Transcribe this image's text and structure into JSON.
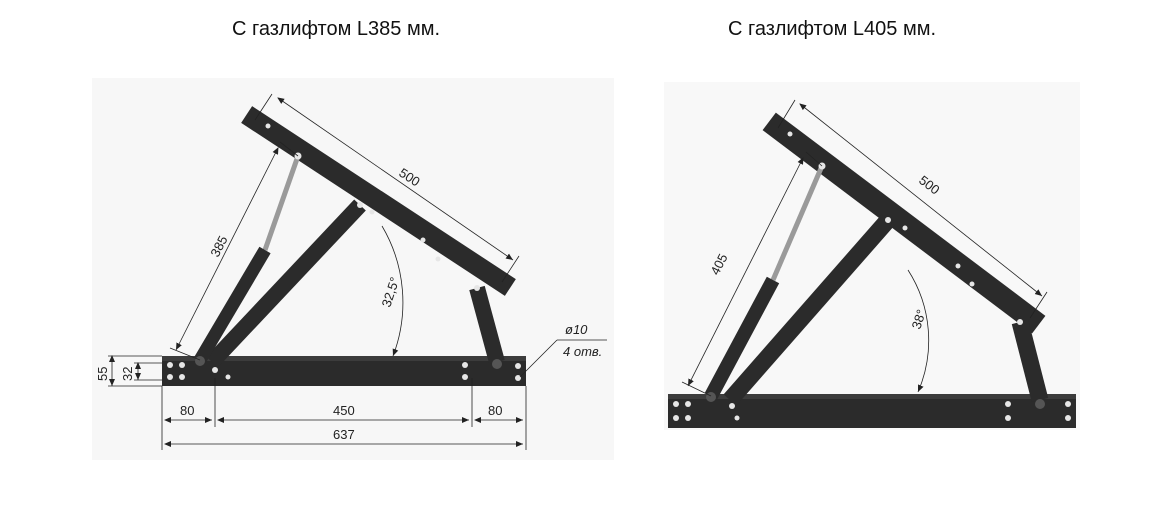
{
  "titles": {
    "left": "С газлифтом L385 мм.",
    "right": "С газлифтом L405 мм."
  },
  "left_drawing": {
    "arm_length": "500",
    "gas_lift_length": "385",
    "angle": "32,5°",
    "height_outer": "55",
    "height_inner": "32",
    "hole_label_1": "ø10",
    "hole_label_2": "4 отв.",
    "offset_left": "80",
    "span_middle": "450",
    "offset_right": "80",
    "total_length": "637"
  },
  "right_drawing": {
    "arm_length": "500",
    "gas_lift_length": "405",
    "angle": "38°"
  },
  "colors": {
    "metal": "#2b2b2b",
    "hole": "#e6e6e6",
    "dimension": "#222222",
    "background_panel": "#f7f7f7"
  }
}
